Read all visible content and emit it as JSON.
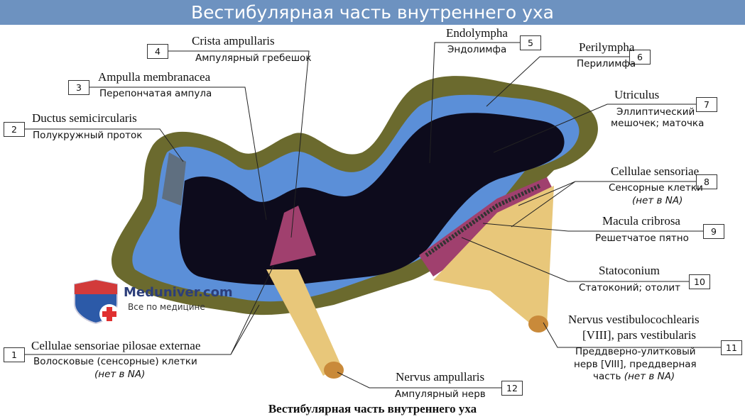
{
  "header": {
    "title": "Вестибулярная часть внутреннего уха"
  },
  "caption": "Вестибулярная часть внутреннего уха",
  "logo": {
    "name": "Meduniver.com",
    "tagline": "Все по медицине"
  },
  "colors": {
    "title_bar": "#6d92c0",
    "endolymph": "#0d0b1c",
    "perilymph": "#5b8fd8",
    "bone": "#6b6a2e",
    "sensory": "#a0406e",
    "nerve": "#e8c77a"
  },
  "labels": [
    {
      "num": "1",
      "latin": "Cellulae sensoriae pilosae externae",
      "russian": [
        "Волосковые (сенсорные) клетки"
      ],
      "note": "(нет в NA)"
    },
    {
      "num": "2",
      "latin": "Ductus semicircularis",
      "russian": [
        "Полукружный проток"
      ]
    },
    {
      "num": "3",
      "latin": "Ampulla membranacea",
      "russian": [
        "Перепончатая ампула"
      ]
    },
    {
      "num": "4",
      "latin": "Crista ampullaris",
      "russian": [
        "Ампулярный гребешок"
      ]
    },
    {
      "num": "5",
      "latin": "Endolympha",
      "russian": [
        "Эндолимфа"
      ]
    },
    {
      "num": "6",
      "latin": "Perilympha",
      "russian": [
        "Перилимфа"
      ]
    },
    {
      "num": "7",
      "latin": "Utriculus",
      "russian": [
        "Эллиптический",
        "мешочек; маточка"
      ]
    },
    {
      "num": "8",
      "latin": "Cellulae sensoriae",
      "russian": [
        "Сенсорные клетки"
      ],
      "note": "(нет в NA)"
    },
    {
      "num": "9",
      "latin": "Macula cribrosa",
      "russian": [
        "Решетчатое пятно"
      ]
    },
    {
      "num": "10",
      "latin": "Statoconium",
      "russian": [
        "Статоконий; отолит"
      ]
    },
    {
      "num": "11",
      "latin": "Nervus vestibulocochlearis",
      "latin2": "[VIII], pars vestibularis",
      "russian": [
        "Преддверно-улитковый",
        "нерв [VIII], преддверная",
        "часть"
      ],
      "note": "(нет в NA)"
    },
    {
      "num": "12",
      "latin": "Nervus ampullaris",
      "russian": [
        "Ампулярный нерв"
      ]
    }
  ]
}
